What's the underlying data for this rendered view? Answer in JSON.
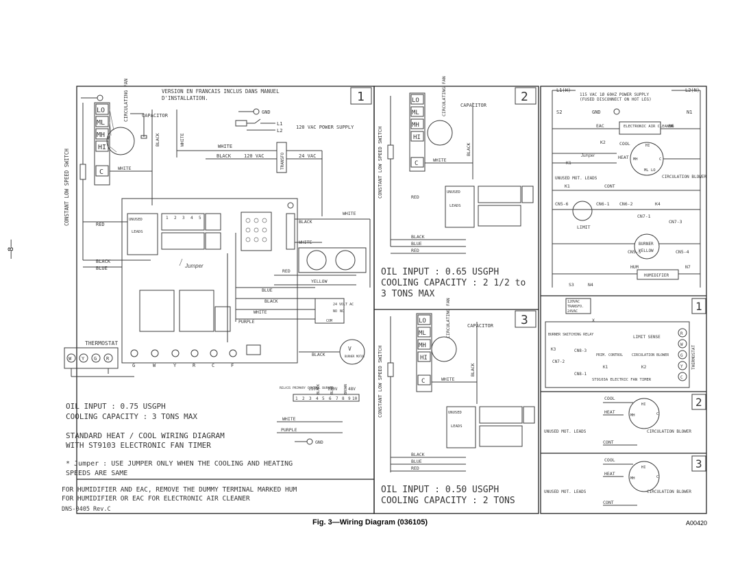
{
  "page_number": "—8—",
  "caption": "Fig. 3—Wiring Diagram (036105)",
  "doc_code": "A00420",
  "panel1": {
    "number": "1",
    "version_note_1": "VERSION EN FRANCAIS INCLUS DANS MANUEL",
    "version_note_2": "D'INSTALLATION.",
    "fan_label": "CIRCULATING FAN",
    "speed_switch": "CONSTANT LOW SPEED SWITCH",
    "speeds": [
      "LO",
      "ML",
      "MH",
      "HI",
      "C"
    ],
    "capacitor": "CAPACITOR",
    "gnd": "GND",
    "l1": "L1",
    "l2": "L2",
    "power_supply": "120 VAC POWER SUPPLY",
    "white": "WHITE",
    "black": "BLACK",
    "red": "RED",
    "blue": "BLUE",
    "yellow": "YELLOW",
    "purple": "PURPLE",
    "v120": "120 VAC",
    "v24": "24 VAC",
    "transformer": "TRANSFO",
    "unused": "UNUSED",
    "leads": "LEADS",
    "jumper": "Jumper",
    "relay_24v": "24 VOLT AC",
    "relay_no": "NO",
    "relay_nc": "NC",
    "relay_com": "COM",
    "burner_motor": "BURNER MOTOR",
    "relay_label": "RELAIS PRIMARY CONTROL BURNER",
    "v110": "110V",
    "v110b": "110V",
    "v48": "48V",
    "thermostat": "THERMOSTAT",
    "thermostat_terms": [
      "W",
      "Y",
      "G",
      "R"
    ],
    "board_terms": [
      "G",
      "W",
      "Y",
      "R",
      "C",
      "F"
    ],
    "terms": [
      "1",
      "2",
      "3",
      "4",
      "5",
      "6",
      "7",
      "8",
      "9",
      "10"
    ],
    "oil_input": "OIL INPUT : 0.75 USGPH",
    "cooling_capacity": "COOLING CAPACITY : 3 TONS MAX",
    "standard_1": "STANDARD HEAT / COOL WIRING DIAGRAM",
    "standard_2": "WITH ST9103 ELECTRONIC FAN TIMER",
    "note_1": "* Jumper : USE JUMPER ONLY WHEN THE COOLING AND HEATING",
    "note_2": "SPEEDS ARE SAME",
    "hum_1": "FOR HUMIDIFIER AND EAC, REMOVE THE DUMMY TERMINAL MARKED HUM",
    "hum_2": "FOR HUMIDIFIER OR EAC FOR ELECTRONIC AIR CLEANER",
    "rev": "DNS-0405 Rev.C"
  },
  "panel2": {
    "number": "2",
    "oil_input": "OIL INPUT : 0.65 USGPH",
    "cooling_capacity_1": "COOLING CAPACITY : 2 1/2 to",
    "cooling_capacity_2": "3 TONS MAX"
  },
  "panel3": {
    "number": "3",
    "oil_input": "OIL INPUT : 0.50 USGPH",
    "cooling_capacity": "COOLING CAPACITY : 2 TONS"
  },
  "ladder": {
    "l1": "L1(H)",
    "l2": "L2(N)",
    "supply_1": "115 VAC 1Ø 60HZ POWER SUPPLY",
    "supply_2": "(FUSED DISCONNECT ON HOT LEG)",
    "s2": "S2",
    "n1": "N1",
    "gnd": "GND",
    "eac": "EAC",
    "n6": "N6",
    "eac_label": "ELECTRONIC AIR CLEANER",
    "k2": "K2",
    "k1": "K1",
    "cool": "COOL",
    "jumper": "Jumper",
    "heat": "HEAT",
    "motor_terms": [
      "HI",
      "MH",
      "ML",
      "LO",
      "C"
    ],
    "unused": "UNUSED MOT. LEADS",
    "circulation": "CIRCULATION BLOWER",
    "cont": "CONT",
    "cn5_6": "CN5-6",
    "cn6_1": "CN6-1",
    "cn6_2": "CN6-2",
    "k4": "K4",
    "cn7_1": "CN7-1",
    "limit": "LIMIT",
    "cn7_3": "CN7-3",
    "burner": "BURNER",
    "yellow": "YELLOW",
    "cn5_5": "CN5-5",
    "cn5_4": "CN5-4",
    "hum": "HUM",
    "n7": "N7",
    "humidifier": "HUMIDIFIER",
    "s3": "S3",
    "n4": "N4",
    "v120": "120VAC",
    "transfo": "TRANSFO.",
    "v24": "24VAC",
    "x": "X",
    "burner_relay": "BURNER SWITCHING RELAY",
    "limit_sense": "LIMIT SENSE",
    "primary": "PRIM. CONTROL",
    "circulation_blower": "CIRCULATION BLOWER",
    "k3": "K3",
    "cn7_2": "CN7-2",
    "cn8_3": "CN8-3",
    "cn8_1": "CN8-1",
    "k1b": "K1",
    "k2b": "K2",
    "fan_timer": "ST9103A ELECTRIC FAN TIMER",
    "thermostat": "THERMOSTAT",
    "thermo_terms": [
      "R",
      "W",
      "G",
      "Y",
      "C"
    ],
    "section_numbers": [
      "1",
      "2",
      "3"
    ]
  }
}
